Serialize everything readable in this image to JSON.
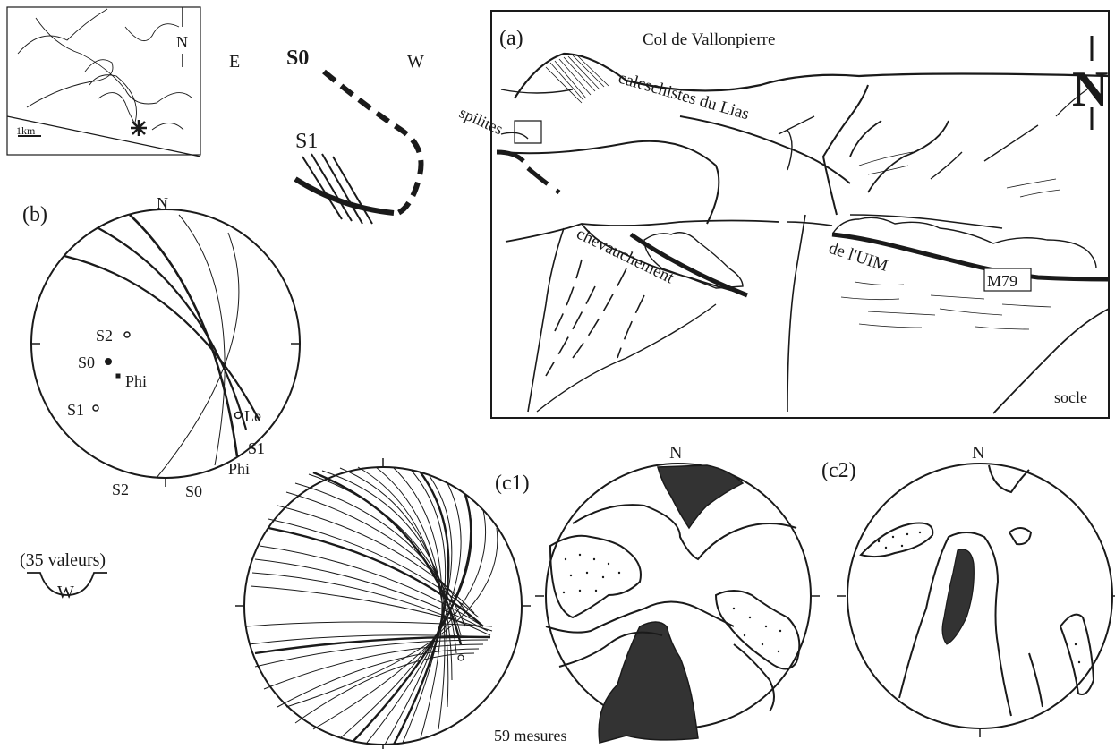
{
  "inset_map": {
    "north": "N",
    "scale": "1km"
  },
  "fold_sketch": {
    "east": "E",
    "west": "W",
    "s0": "S0",
    "s1": "S1"
  },
  "panel_a": {
    "label": "(a)",
    "col": "Col de Vallonpierre",
    "calc": "calcschistes du Lias",
    "spilites": "spilites",
    "chev": "chevauchement",
    "uim": "de l'UIM",
    "sample": "M79",
    "socle": "socle",
    "north": "N"
  },
  "panel_b": {
    "label": "(b)",
    "north": "N",
    "points": {
      "s2": "S2",
      "s0": "S0",
      "phi": "Phi",
      "s1": "S1",
      "le": "Le"
    },
    "planes": {
      "s1": "S1",
      "phi": "Phi",
      "s2": "S2",
      "s0": "S0"
    }
  },
  "lower_left": {
    "count": "(35 valeurs)",
    "symbol": "W"
  },
  "panel_c": {
    "measures": "59 mesures",
    "c1_label": "(c1)",
    "c1_north": "N",
    "c2_label": "(c2)",
    "c2_north": "N"
  }
}
